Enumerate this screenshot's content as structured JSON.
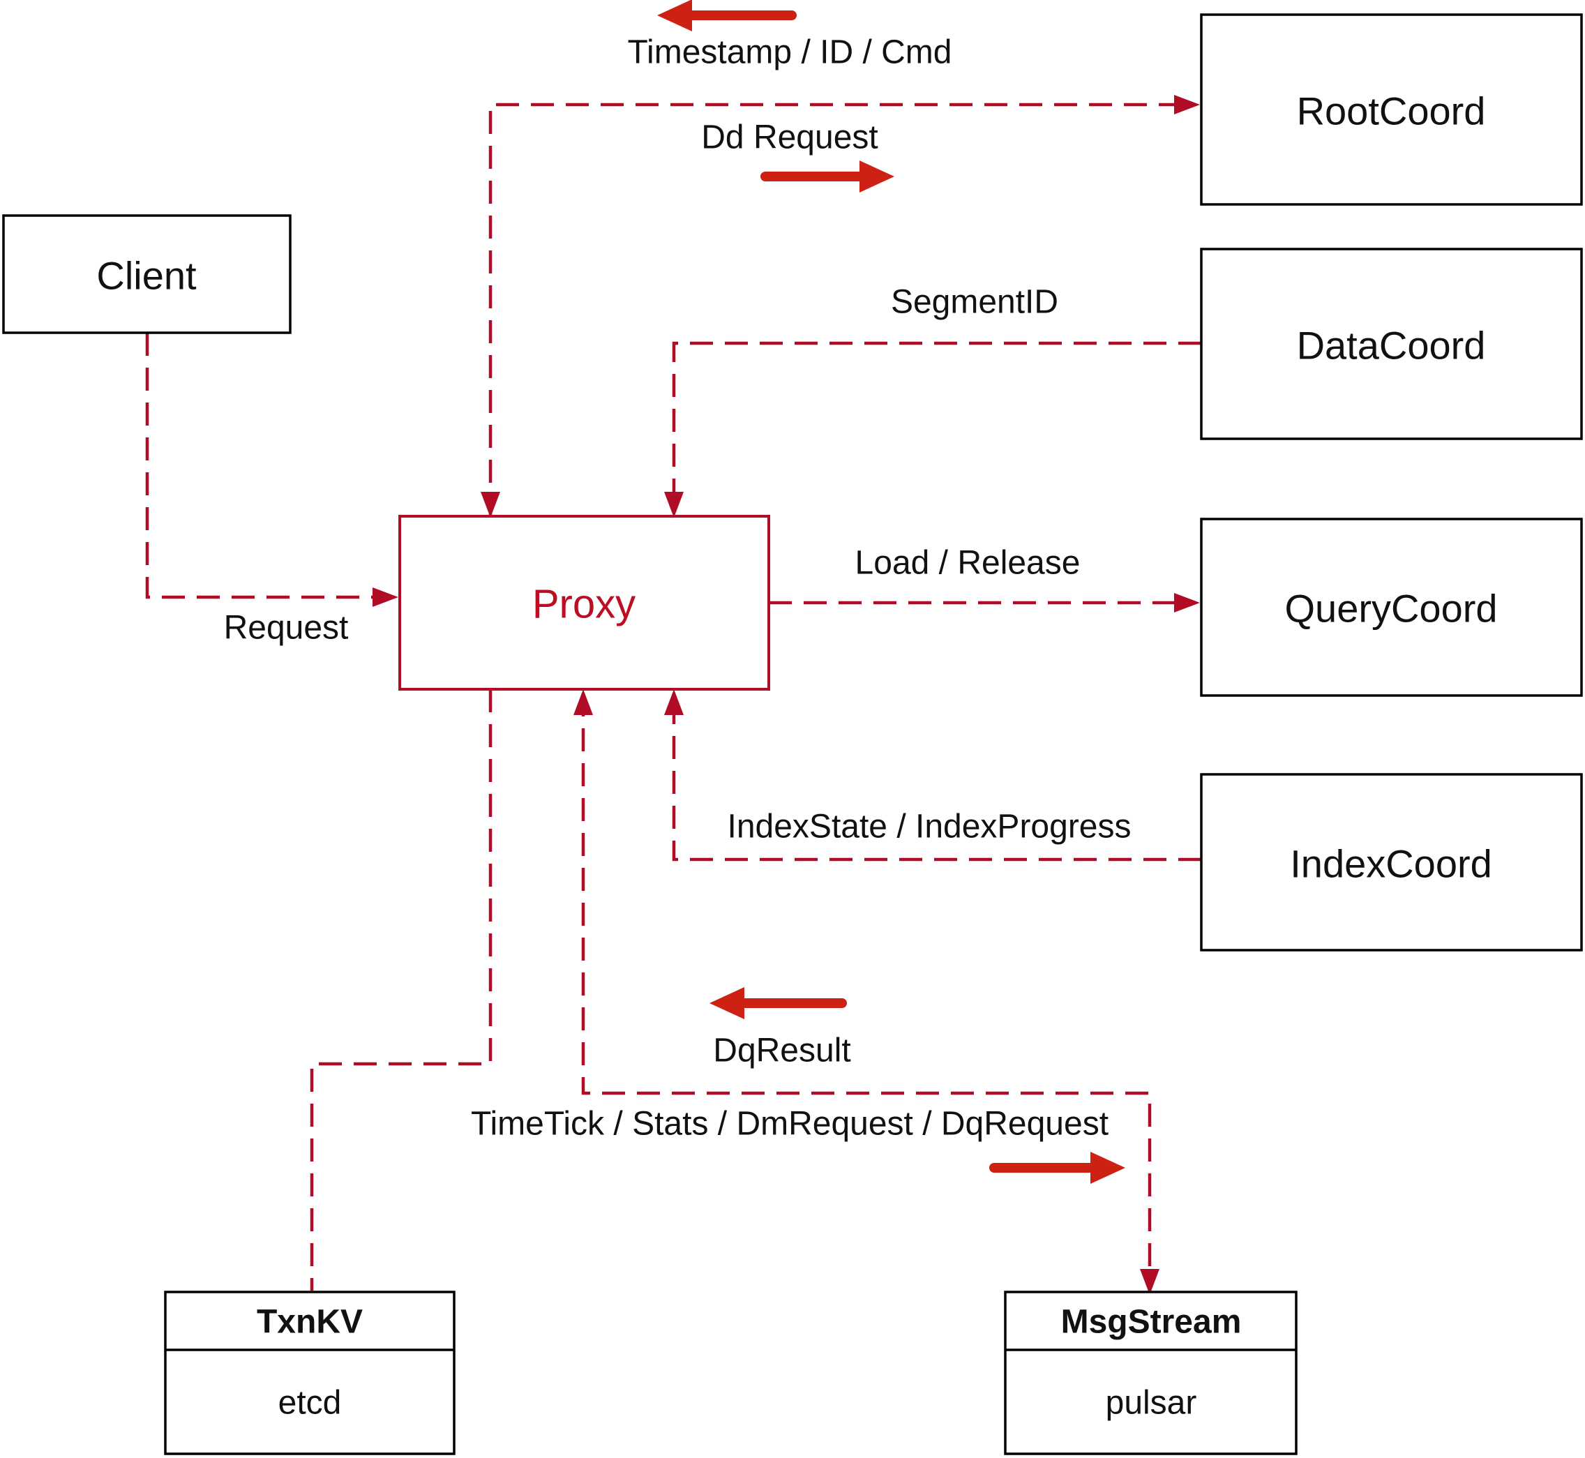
{
  "colors": {
    "background": "#ffffff",
    "box_border": "#000000",
    "box_fill": "#ffffff",
    "connector_red": "#b00c26",
    "solid_arrow_red": "#cd2213",
    "proxy_accent": "#bc0d22",
    "text": "#111111"
  },
  "nodes": {
    "client": {
      "label": "Client"
    },
    "proxy": {
      "label": "Proxy"
    },
    "rootcoord": {
      "label": "RootCoord"
    },
    "datacoord": {
      "label": "DataCoord"
    },
    "querycoord": {
      "label": "QueryCoord"
    },
    "indexcoord": {
      "label": "IndexCoord"
    },
    "txnkv": {
      "title": "TxnKV",
      "subtitle": "etcd"
    },
    "msgstream": {
      "title": "MsgStream",
      "subtitle": "pulsar"
    }
  },
  "edge_labels": {
    "timestamp_id_cmd": "Timestamp / ID / Cmd",
    "dd_request": "Dd Request",
    "segment_id": "SegmentID",
    "load_release": "Load / Release",
    "index_state": "IndexState / IndexProgress",
    "request": "Request",
    "dq_result": "DqResult",
    "timetick": "TimeTick / Stats / DmRequest / DqRequest"
  }
}
